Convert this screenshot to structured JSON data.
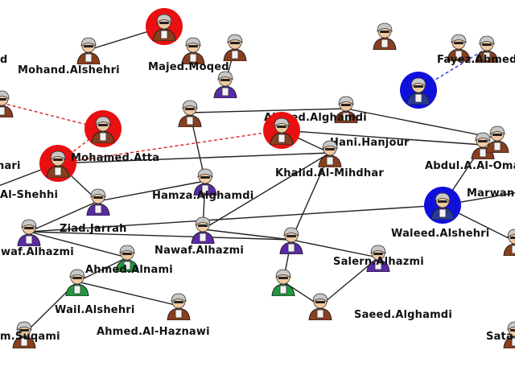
{
  "colors": {
    "edge": "#222222",
    "edge_dashed_red": "#e02020",
    "edge_dashed_blue": "#3030d0",
    "ring_red": "#e81010",
    "ring_blue": "#1010dd",
    "shirt_brown": "#8a3e1e",
    "shirt_purple": "#5a2aa8",
    "shirt_green": "#1e9a3e",
    "shirt_blue": "#2a3a9a",
    "helmet": "#c8c8c8"
  },
  "nodes": [
    {
      "id": "n_top_red",
      "label": "",
      "ring": "red",
      "shirt": "brown"
    },
    {
      "id": "n_top_mid",
      "label": "",
      "ring": "",
      "shirt": "brown"
    },
    {
      "id": "n_top_right1",
      "label": "",
      "ring": "",
      "shirt": "brown"
    },
    {
      "id": "n_top_right2",
      "label": "",
      "ring": "",
      "shirt": "brown"
    },
    {
      "id": "n_mohand",
      "label": "Mohand.Alshehri",
      "ring": "",
      "shirt": "brown"
    },
    {
      "id": "n_majed",
      "label": "Majed.Moqed",
      "ring": "",
      "shirt": "brown"
    },
    {
      "id": "n_fayez",
      "label": "Fayez.Ahmed",
      "ring": "",
      "shirt": "brown"
    },
    {
      "id": "n_d",
      "label": "d",
      "ring": "",
      "shirt": "brown"
    },
    {
      "id": "n_blue_top",
      "label": "",
      "ring": "blue",
      "shirt": "blue"
    },
    {
      "id": "n_purple_top",
      "label": "",
      "ring": "",
      "shirt": "purple"
    },
    {
      "id": "n_ahmed_alghamdi",
      "label": "Ahmed.Alghamdi",
      "ring": "",
      "shirt": "brown"
    },
    {
      "id": "n_left_orange",
      "label": "",
      "ring": "",
      "shirt": "brown"
    },
    {
      "id": "n_mid_red",
      "label": "",
      "ring": "red",
      "shirt": "brown"
    },
    {
      "id": "n_mid_brown1",
      "label": "",
      "ring": "",
      "shirt": "brown"
    },
    {
      "id": "n_hani",
      "label": "Hani.Hanjour",
      "ring": "red",
      "shirt": "brown"
    },
    {
      "id": "n_mohamed_atta",
      "label": "Mohamed.Atta",
      "ring": "red",
      "shirt": "brown"
    },
    {
      "id": "n_nari",
      "label": "nari",
      "ring": "",
      "shirt": "brown"
    },
    {
      "id": "n_khalid",
      "label": "Khalid.Al-Mihdhar",
      "ring": "",
      "shirt": "brown"
    },
    {
      "id": "n_abdul",
      "label": "Abdul.A.Al-Omari",
      "ring": "",
      "shirt": "brown"
    },
    {
      "id": "n_right_brown",
      "label": "",
      "ring": "",
      "shirt": "brown"
    },
    {
      "id": "n_marwan",
      "label": "Marwan",
      "ring": "",
      "shirt": "brown"
    },
    {
      "id": "n_al_shehhi",
      "label": "Al-Shehhi",
      "ring": "",
      "shirt": "purple"
    },
    {
      "id": "n_hamza",
      "label": "Hamza.Alghamdi",
      "ring": "",
      "shirt": "purple"
    },
    {
      "id": "n_ziad",
      "label": "Ziad.Jarrah",
      "ring": "",
      "shirt": "purple"
    },
    {
      "id": "n_waleed",
      "label": "Waleed.Alshehri",
      "ring": "blue",
      "shirt": "blue"
    },
    {
      "id": "n_nawaf_left",
      "label": "awaf.Alhazmi",
      "ring": "",
      "shirt": "purple"
    },
    {
      "id": "n_nawaf_mid",
      "label": "Nawaf.Alhazmi",
      "ring": "",
      "shirt": "purple"
    },
    {
      "id": "n_purple_mid",
      "label": "",
      "ring": "",
      "shirt": "purple"
    },
    {
      "id": "n_salem",
      "label": "Salern.Alhazmi",
      "ring": "",
      "shirt": "purple"
    },
    {
      "id": "n_ahmed_alnami",
      "label": "Ahmed.Alnami",
      "ring": "",
      "shirt": "green"
    },
    {
      "id": "n_green_mid",
      "label": "",
      "ring": "",
      "shirt": "green"
    },
    {
      "id": "n_wail",
      "label": "Wail.Alshehri",
      "ring": "",
      "shirt": "green"
    },
    {
      "id": "n_saeed",
      "label": "Saeed.Alghamdi",
      "ring": "",
      "shirt": "brown"
    },
    {
      "id": "n_haznawi",
      "label": "Ahmed.Al-Haznawi",
      "ring": "",
      "shirt": "brown"
    },
    {
      "id": "n_suqami",
      "label": "m.Suqami",
      "ring": "",
      "shirt": "brown"
    },
    {
      "id": "n_sata",
      "label": "Sata",
      "ring": "",
      "shirt": "brown"
    },
    {
      "id": "n_right_edge",
      "label": "",
      "ring": "",
      "shirt": "brown"
    }
  ],
  "edges": [
    {
      "from": "n_top_red",
      "to": "n_mohand",
      "style": "solid"
    },
    {
      "from": "n_top_mid",
      "to": "n_purple_top",
      "style": "solid"
    },
    {
      "from": "n_fayez",
      "to": "n_blue_top",
      "style": "dashed_blue"
    },
    {
      "from": "n_left_orange",
      "to": "n_mid_red",
      "style": "dashed_red"
    },
    {
      "from": "n_mid_red",
      "to": "n_mohamed_atta",
      "style": "dashed_red"
    },
    {
      "from": "n_mohamed_atta",
      "to": "n_hani",
      "style": "dashed_red"
    },
    {
      "from": "n_mohamed_atta",
      "to": "n_al_shehhi",
      "style": "solid"
    },
    {
      "from": "n_mohamed_atta",
      "to": "n_ziad",
      "style": "solid"
    },
    {
      "from": "n_mohamed_atta",
      "to": "n_khalid",
      "style": "solid"
    },
    {
      "from": "n_mid_brown1",
      "to": "n_hamza",
      "style": "solid"
    },
    {
      "from": "n_hani",
      "to": "n_khalid",
      "style": "solid"
    },
    {
      "from": "n_hani",
      "to": "n_abdul",
      "style": "solid"
    },
    {
      "from": "n_ahmed_alghamdi",
      "to": "n_right_brown",
      "style": "solid"
    },
    {
      "from": "n_ahmed_alghamdi",
      "to": "n_mid_brown1",
      "style": "solid"
    },
    {
      "from": "n_hamza",
      "to": "n_nawaf_mid",
      "style": "solid"
    },
    {
      "from": "n_hamza",
      "to": "n_ziad",
      "style": "solid"
    },
    {
      "from": "n_khalid",
      "to": "n_nawaf_mid",
      "style": "solid"
    },
    {
      "from": "n_khalid",
      "to": "n_purple_mid",
      "style": "solid"
    },
    {
      "from": "n_abdul",
      "to": "n_waleed",
      "style": "solid"
    },
    {
      "from": "n_marwan",
      "to": "n_waleed",
      "style": "solid"
    },
    {
      "from": "n_ziad",
      "to": "n_nawaf_left",
      "style": "solid"
    },
    {
      "from": "n_nawaf_left",
      "to": "n_purple_mid",
      "style": "solid"
    },
    {
      "from": "n_nawaf_left",
      "to": "n_ahmed_alnami",
      "style": "solid"
    },
    {
      "from": "n_nawaf_left",
      "to": "n_waleed",
      "style": "solid"
    },
    {
      "from": "n_nawaf_mid",
      "to": "n_purple_mid",
      "style": "solid"
    },
    {
      "from": "n_purple_mid",
      "to": "n_salem",
      "style": "solid"
    },
    {
      "from": "n_purple_mid",
      "to": "n_green_mid",
      "style": "solid"
    },
    {
      "from": "n_ahmed_alnami",
      "to": "n_wail",
      "style": "solid"
    },
    {
      "from": "n_wail",
      "to": "n_haznawi",
      "style": "solid"
    },
    {
      "from": "n_green_mid",
      "to": "n_saeed",
      "style": "solid"
    },
    {
      "from": "n_saeed",
      "to": "n_salem",
      "style": "solid"
    },
    {
      "from": "n_waleed",
      "to": "n_right_edge",
      "style": "solid"
    },
    {
      "from": "n_suqami",
      "to": "n_wail",
      "style": "solid"
    }
  ]
}
